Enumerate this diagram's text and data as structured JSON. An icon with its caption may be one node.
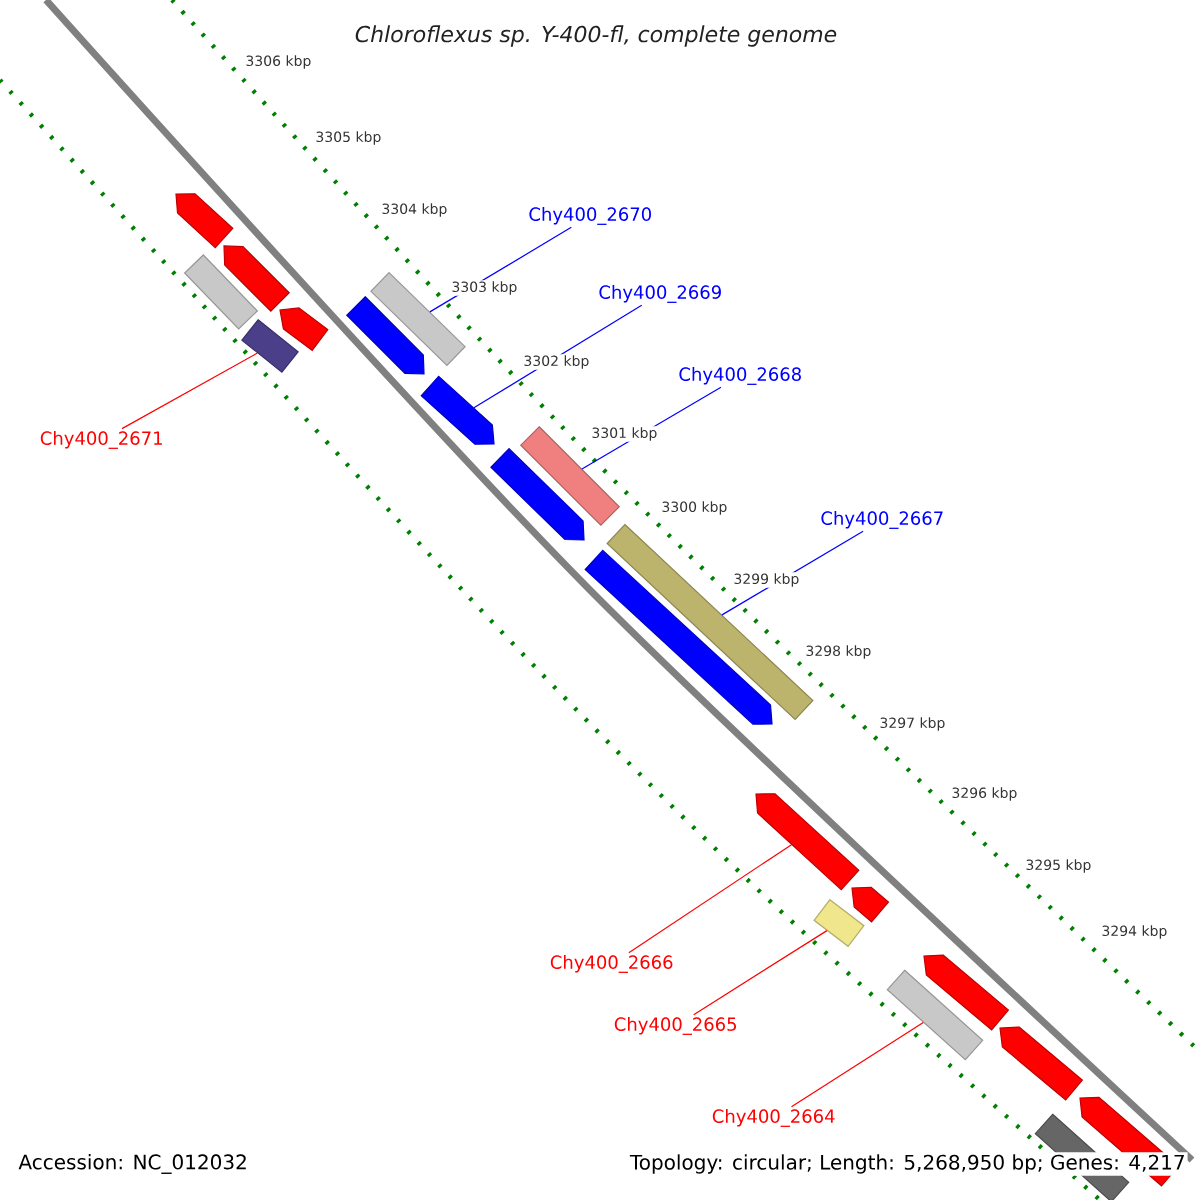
{
  "diagram": {
    "title": "Chloroflexus sp. Y-400-fl, complete genome",
    "nodes": [
      {
        "text": [
          "Chy400_2670"
        ]
      },
      {
        "text": [],
        "shape": "bar"
      },
      {
        "text": [
          "Chy400_2669"
        ]
      },
      {
        "text": [],
        "shape": "bar"
      },
      {
        "text": [
          "Chy400_2668"
        ]
      },
      {
        "text": [],
        "shape": "bar"
      },
      {
        "text": [
          "Chy400_2671"
        ]
      },
      {
        "text": [],
        "shape": "bar"
      },
      {
        "text": [
          "Chy400_2667"
        ]
      },
      {
        "text": [],
        "shape": "bar"
      },
      {
        "text": [
          "Chy400_2666"
        ]
      },
      {
        "text": [],
        "shape": "bar"
      },
      {
        "text": [
          "Chy400_2665"
        ]
      },
      {
        "text": [],
        "shape": "bar"
      },
      {
        "text": [
          "Chy400_2664"
        ]
      },
      {
        "text": [],
        "shape": "bar"
      },
      {
        "text": [],
        "shape": "bar"
      },
      {
        "text": [],
        "shape": "bar"
      },
      {
        "text": [],
        "shape": "bar"
      },
      {
        "text": [],
        "shape": "bar"
      },
      {
        "text": [],
        "shape": "bar"
      },
      {
        "text": [],
        "shape": "bar"
      },
      {
        "text": [],
        "shape": "bar"
      },
      {
        "text": [],
        "shape": "bar"
      },
      {
        "text": [],
        "shape": "bar"
      },
      {
        "text": [],
        "shape": "bar"
      },
      {
        "text": [],
        "shape": "bar"
      },
      {
        "text": [],
        "shape": "bar"
      }
    ],
    "edges": [
      {
        "from": 0,
        "to": 1,
        "arrow": "none",
        "color": "#0000ff"
      },
      {
        "from": 2,
        "to": 3,
        "arrow": "none",
        "color": "#0000ff"
      },
      {
        "from": 4,
        "to": 5,
        "arrow": "none",
        "color": "#0000ff"
      },
      {
        "from": 6,
        "to": 7,
        "arrow": "none",
        "color": "#ff0000"
      },
      {
        "from": 8,
        "to": 9,
        "arrow": "none",
        "color": "#0000ff"
      },
      {
        "from": 10,
        "to": 11,
        "arrow": "none",
        "color": "#ff0000"
      },
      {
        "from": 12,
        "to": 13,
        "arrow": "none",
        "color": "#ff0000"
      },
      {
        "from": 14,
        "to": 15,
        "arrow": "none",
        "color": "#ff0000"
      }
    ],
    "labels": [
      "3306 kbp",
      "3305 kbp",
      "3304 kbp",
      "3303 kbp",
      "3302 kbp",
      "3301 kbp",
      "3300 kbp",
      "3299 kbp",
      "3298 kbp",
      "3297 kbp",
      "3296 kbp",
      "3295 kbp",
      "3294 kbp",
      "Accession: NC_012032",
      "Topology: circular; Length: 5,268,950 bp; Genes: 4,217"
    ]
  }
}
